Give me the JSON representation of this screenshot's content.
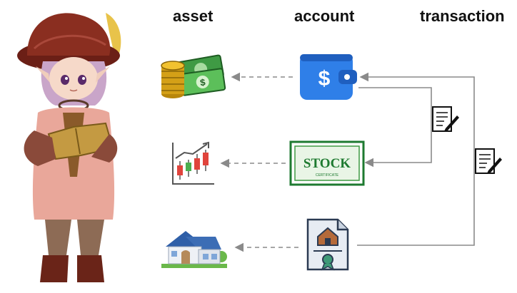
{
  "headers": {
    "asset": "asset",
    "account": "account",
    "transaction": "transaction"
  },
  "icons": {
    "character": "character-illustration",
    "cash": "cash-stack-icon",
    "wallet": "wallet-icon",
    "chart": "candlestick-chart-icon",
    "stock": "stock-certificate-icon",
    "house": "house-icon",
    "deed": "property-deed-icon",
    "contract": "signed-contract-icon"
  },
  "labels": {
    "wallet_symbol": "$",
    "cash_symbol": "$",
    "stock_word": "STOCK",
    "stock_small": "CERTIFICATE"
  },
  "colors": {
    "wallet": "#2f7fe8",
    "cash": "#4caf50",
    "coin": "#d4a017",
    "stock_green": "#1e7a30",
    "house_blue": "#3c6db5",
    "arrow": "#8a8a8a"
  }
}
